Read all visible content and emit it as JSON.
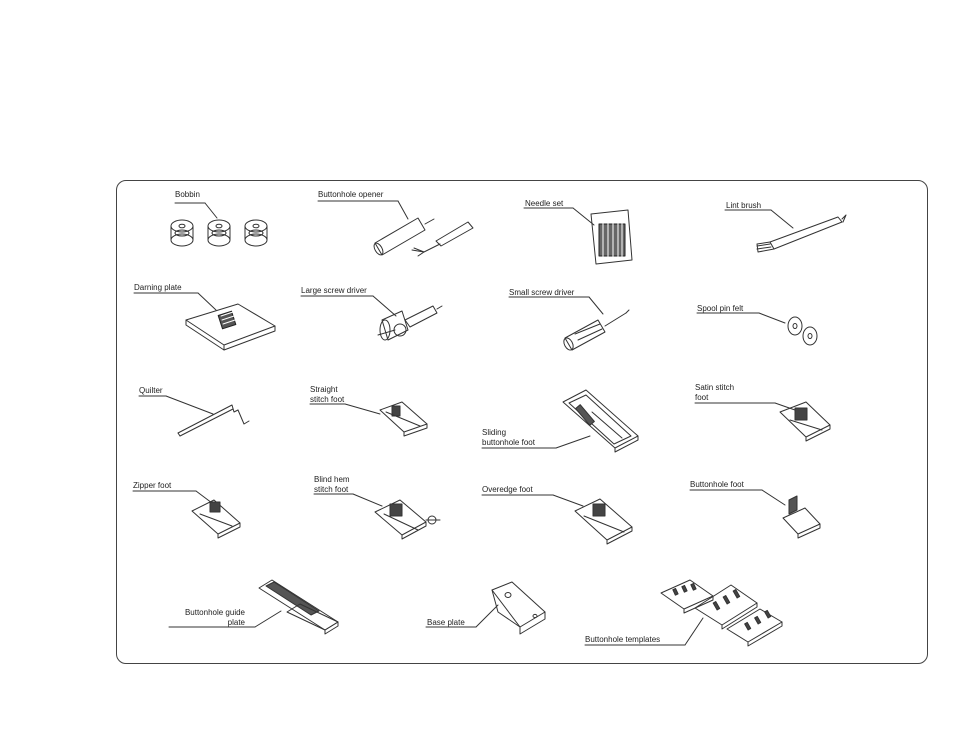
{
  "labels": {
    "bobbin": "Bobbin",
    "buttonhole_opener": "Buttonhole opener",
    "needle_set": "Needle set",
    "lint_brush": "Lint brush",
    "darning_plate": "Darning plate",
    "large_screw_driver": "Large screw driver",
    "small_screw_driver": "Small screw driver",
    "spool_pin_felt": "Spool pin felt",
    "quilter": "Quilter",
    "straight_stitch_foot": "Straight\nstitch foot",
    "sliding_buttonhole_foot": "Sliding\nbuttonhole foot",
    "satin_stitch_foot": "Satin stitch\nfoot",
    "zipper_foot": "Zipper foot",
    "blind_hem_stitch_foot": "Blind hem\nstitch foot",
    "overedge_foot": "Overedge foot",
    "buttonhole_foot": "Buttonhole foot",
    "buttonhole_guide_plate": "Buttonhole guide\nplate",
    "base_plate": "Base plate",
    "buttonhole_templates": "Buttonhole templates"
  }
}
